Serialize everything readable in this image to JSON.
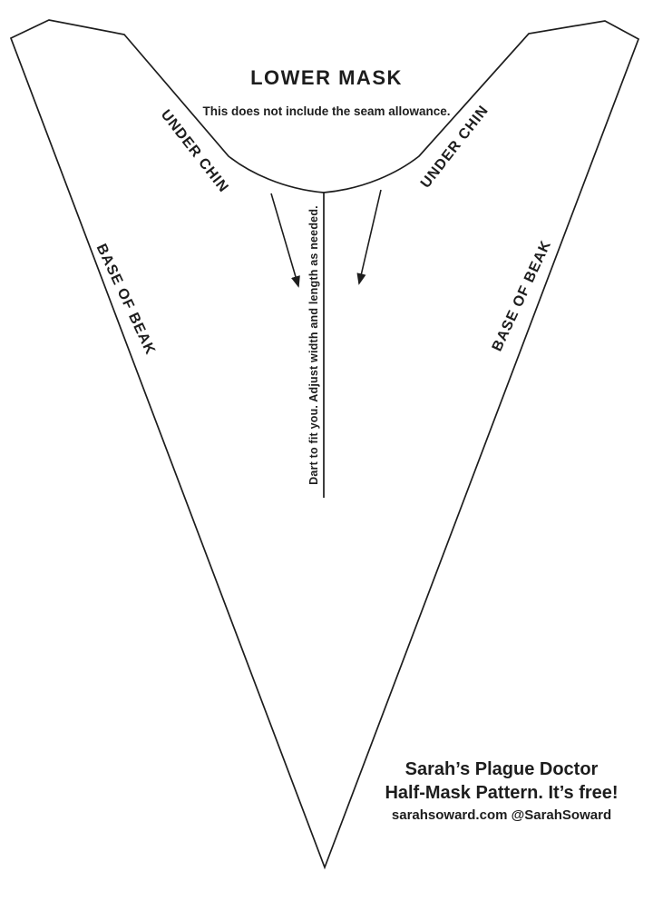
{
  "page": {
    "title": "LOWER MASK",
    "subtitle": "This does not include the seam allowance."
  },
  "pattern_labels": {
    "under_chin": "UNDER CHIN",
    "base_of_beak": "BASE OF BEAK",
    "dart_note": "Dart to fit you. Adjust width and length as needed."
  },
  "credits": {
    "line1": "Sarah’s Plague Doctor",
    "line2": "Half-Mask Pattern. It’s free!",
    "line3": "sarahsoward.com @SarahSoward"
  },
  "colors": {
    "ink": "#1d1d1d",
    "background": "#ffffff"
  }
}
